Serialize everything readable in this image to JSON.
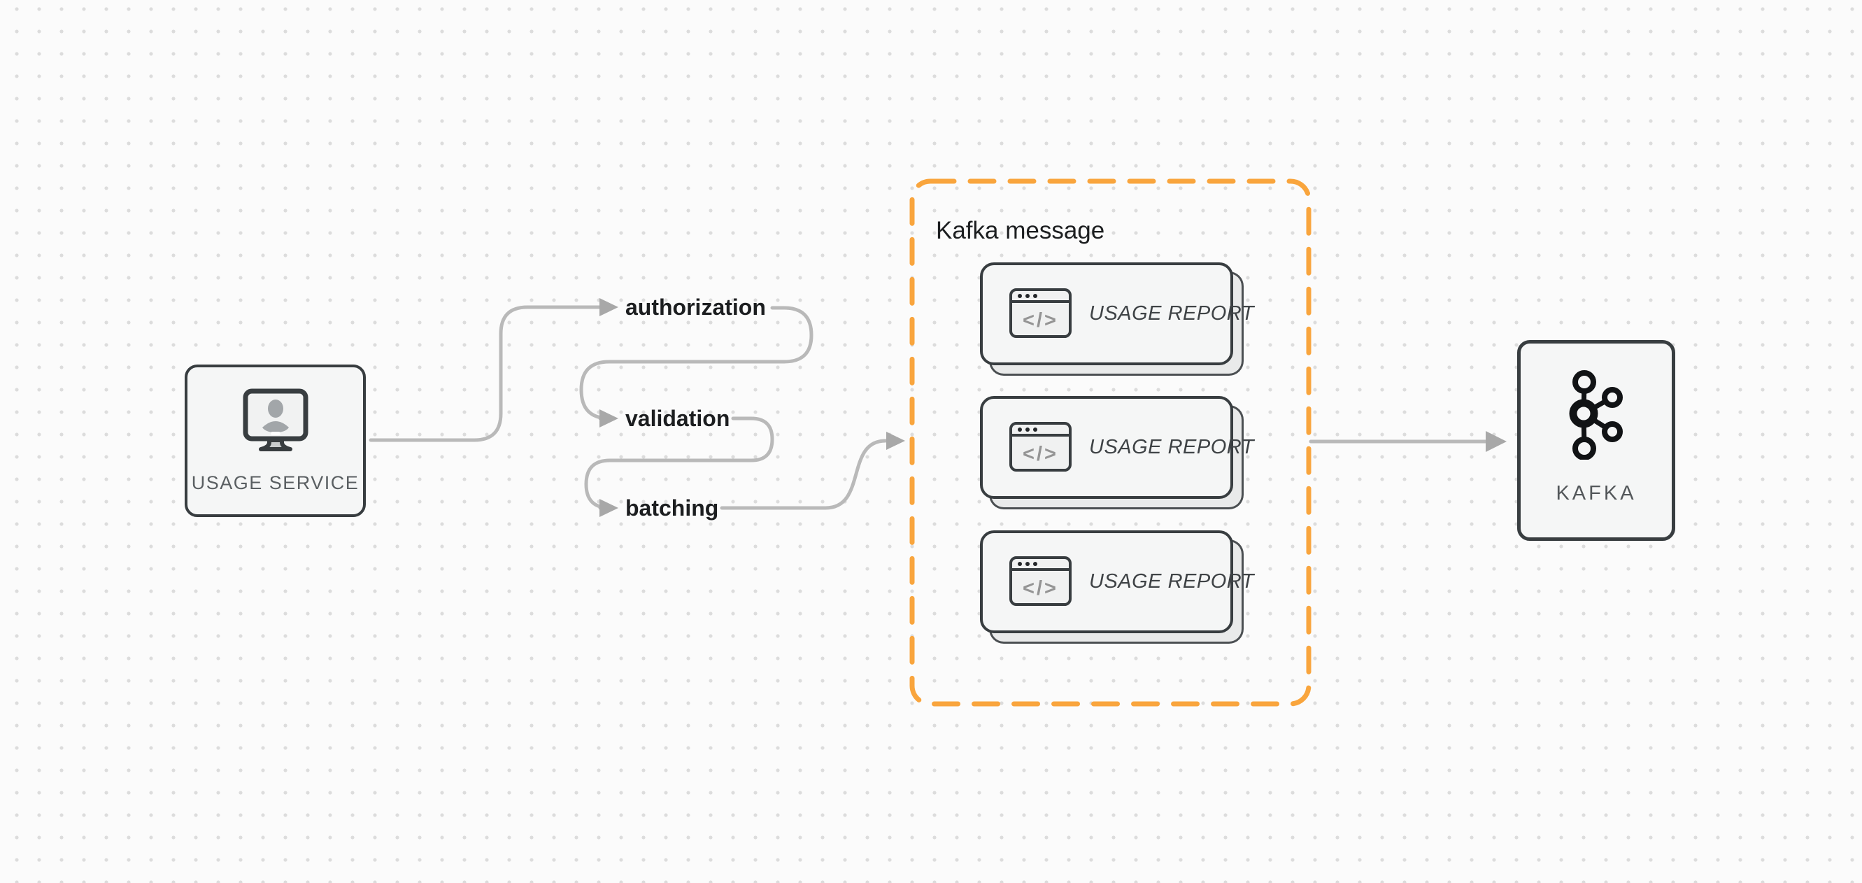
{
  "diagram_title": "Usage service to Kafka pipeline",
  "colors": {
    "background": "#fbfbfb",
    "dot_grid": "#dcdcdc",
    "node_border": "#383d40",
    "node_fill": "#f5f6f6",
    "connector_gray": "#b9b9b9",
    "arrowhead_gray": "#a8a8a8",
    "accent_orange": "#f9a53d",
    "label_dark": "#1c1e20",
    "label_muted": "#5a5f62"
  },
  "nodes": {
    "usage_service": {
      "label": "USAGE SERVICE",
      "icon": "monitor-user-icon"
    },
    "kafka": {
      "label": "KAFKA",
      "icon": "kafka-logo-icon"
    }
  },
  "steps": [
    {
      "label": "authorization"
    },
    {
      "label": "validation"
    },
    {
      "label": "batching"
    }
  ],
  "kafka_group": {
    "title": "Kafka message",
    "cards": [
      {
        "label": "USAGE REPORT",
        "icon": "code-window-icon"
      },
      {
        "label": "USAGE REPORT",
        "icon": "code-window-icon"
      },
      {
        "label": "USAGE REPORT",
        "icon": "code-window-icon"
      }
    ]
  },
  "icons": {
    "code_glyph": "</>"
  }
}
